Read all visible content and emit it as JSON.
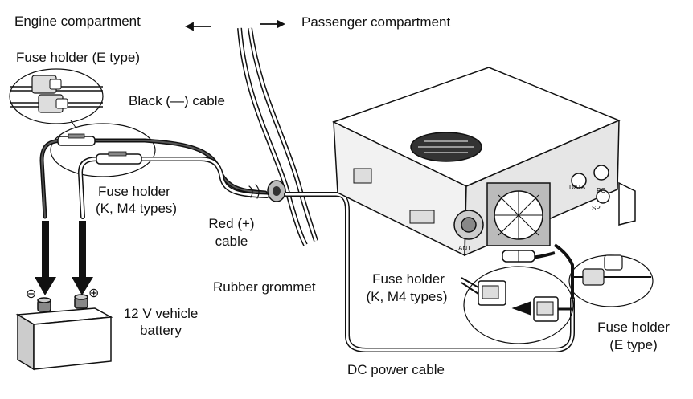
{
  "labels": {
    "engine_compartment": "Engine compartment",
    "passenger_compartment": "Passenger compartment",
    "fuse_holder_e_top_left": "Fuse holder (E type)",
    "black_cable": "Black (—) cable",
    "fuse_holder_k_m4_left_line1": "Fuse holder",
    "fuse_holder_k_m4_left_line2": "(K, M4 types)",
    "red_cable_line1": "Red (+)",
    "red_cable_line2": "cable",
    "rubber_grommet": "Rubber grommet",
    "battery_line1": "12 V vehicle",
    "battery_line2": "battery",
    "fuse_holder_k_m4_right_line1": "Fuse holder",
    "fuse_holder_k_m4_right_line2": "(K, M4 types)",
    "fuse_holder_e_right_line1": "Fuse holder",
    "fuse_holder_e_right_line2": "(E type)",
    "dc_power_cable": "DC power cable"
  },
  "symbols": {
    "battery_negative": "⊖",
    "battery_positive": "⊕",
    "arrow_left": "←",
    "arrow_right": "→"
  },
  "radio_panel": {
    "ant": "ANT",
    "data": "DATA",
    "pc": "PC",
    "sp": "SP"
  }
}
